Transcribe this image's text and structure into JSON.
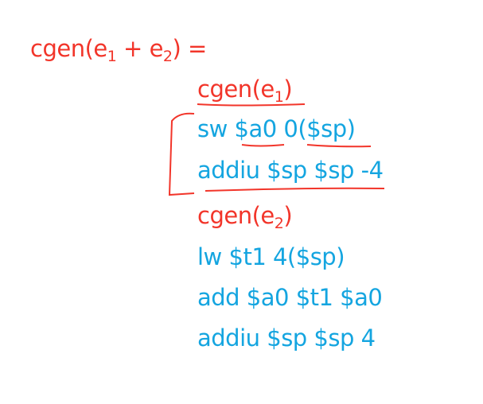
{
  "slide": {
    "header": {
      "prefix": "cgen(e",
      "sub1": "1",
      "mid": " + e",
      "sub2": "2",
      "suffix": ") ="
    },
    "lines": [
      {
        "id": "cgen-e1",
        "pre": "cgen(e",
        "sub": "1",
        "post": ")",
        "color": "#f2352a"
      },
      {
        "id": "sw",
        "text": "sw $a0 0($sp)",
        "color": "#14a5e0"
      },
      {
        "id": "addiu-neg",
        "text": "addiu $sp $sp -4",
        "color": "#14a5e0"
      },
      {
        "id": "cgen-e2",
        "pre": "cgen(e",
        "sub": "2",
        "post": ")",
        "color": "#f2352a"
      },
      {
        "id": "lw",
        "text": "lw $t1 4($sp)",
        "color": "#14a5e0"
      },
      {
        "id": "add",
        "text": "add $a0 $t1 $a0",
        "color": "#14a5e0"
      },
      {
        "id": "addiu-pos",
        "text": "addiu $sp $sp 4",
        "color": "#14a5e0"
      }
    ],
    "annotation_color": "#f2352a"
  }
}
